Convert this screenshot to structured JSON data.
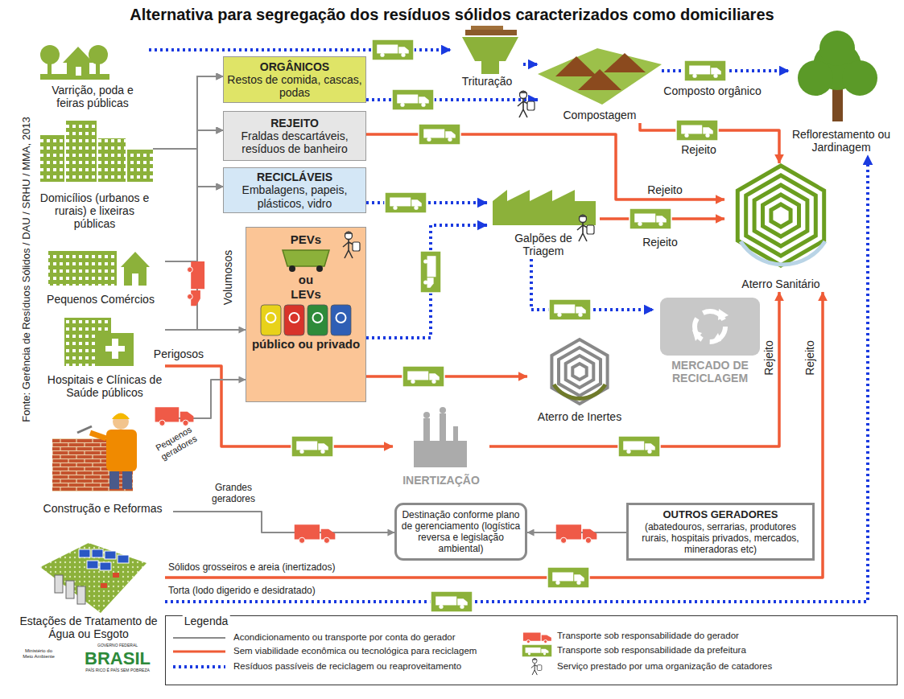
{
  "diagram": {
    "title": "Alternativa para segregação dos resíduos sólidos caracterizados como domiciliares",
    "nodes": [
      {
        "text": [
          "Varrição, poda e feiras públicas"
        ]
      },
      {
        "text": [
          "Domicílios (urbanos e rurais) e lixeiras públicas"
        ]
      },
      {
        "text": [
          "Pequenos Comércios"
        ]
      },
      {
        "text": [
          "Hospitais e Clínicas de Saúde públicos"
        ]
      },
      {
        "text": [
          "Construção e Reformas"
        ]
      },
      {
        "text": [
          "Estações de Tratamento de Água ou Esgoto"
        ]
      },
      {
        "text": [
          "ORGÂNICOS",
          "Restos de comida, cascas, podas"
        ]
      },
      {
        "text": [
          "REJEITO",
          "Fraldas descartáveis, resíduos de banheiro"
        ]
      },
      {
        "text": [
          "RECICLÁVEIS",
          "Embalagens, papeis, plásticos, vidro"
        ]
      },
      {
        "text": [
          "PEVs",
          "ou",
          "LEVs",
          "público ou privado"
        ]
      },
      {
        "text": [
          "Trituração"
        ]
      },
      {
        "text": [
          "Compostagem"
        ]
      },
      {
        "text": [
          "Reflorestamento ou Jardinagem"
        ]
      },
      {
        "text": [
          "Galpões de Triagem"
        ]
      },
      {
        "text": [
          "Aterro Sanitário"
        ]
      },
      {
        "text": [
          "MERCADO DE RECICLAGEM"
        ]
      },
      {
        "text": [
          "Aterro de Inertes"
        ]
      },
      {
        "text": [
          "INERTIZAÇÃO"
        ]
      },
      {
        "text": [
          "Destinação conforme plano de gerenciamento (logística reversa e legislação ambiental)"
        ]
      },
      {
        "text": [
          "OUTROS GERADORES",
          "(abatedouros, serrarias, produtores rurais, hospitais privados, mercados, mineradoras etc)"
        ]
      }
    ],
    "edges": [
      {
        "from": 0,
        "to": 10,
        "arrow": "to"
      },
      {
        "from": 10,
        "to": 11,
        "arrow": "to"
      },
      {
        "from": 6,
        "to": 11,
        "arrow": "to"
      },
      {
        "from": 11,
        "to": 12,
        "arrow": "to",
        "label": "Composto orgânico"
      },
      {
        "from": 11,
        "to": 14,
        "arrow": "to",
        "label": "Rejeito"
      },
      {
        "from": 7,
        "to": 14,
        "arrow": "to",
        "label": "Rejeito"
      },
      {
        "from": 8,
        "to": 13,
        "arrow": "to"
      },
      {
        "from": 9,
        "to": 13,
        "arrow": "to"
      },
      {
        "from": 13,
        "to": 14,
        "arrow": "to",
        "label": "Rejeito"
      },
      {
        "from": 13,
        "to": 15,
        "arrow": "to"
      },
      {
        "from": 9,
        "to": 16,
        "arrow": "to"
      },
      {
        "from": 1,
        "to": 6,
        "arrow": "to"
      },
      {
        "from": 1,
        "to": 7,
        "arrow": "to"
      },
      {
        "from": 1,
        "to": 8,
        "arrow": "to"
      },
      {
        "from": 2,
        "to": 6,
        "arrow": "to"
      },
      {
        "from": 2,
        "to": 7,
        "arrow": "to"
      },
      {
        "from": 2,
        "to": 8,
        "arrow": "to"
      },
      {
        "from": 3,
        "to": 6,
        "arrow": "to"
      },
      {
        "from": 3,
        "to": 7,
        "arrow": "to"
      },
      {
        "from": 3,
        "to": 8,
        "arrow": "to"
      },
      {
        "from": 1,
        "to": 9,
        "arrow": "to",
        "label": "Volumosos"
      },
      {
        "from": 3,
        "to": 17,
        "arrow": "to",
        "label": "Perigosos"
      },
      {
        "from": 4,
        "to": 9,
        "arrow": "to",
        "label": "Pequenos geradores"
      },
      {
        "from": 4,
        "to": 18,
        "arrow": "to",
        "label": "Grandes geradores"
      },
      {
        "from": 19,
        "to": 18,
        "arrow": "to"
      },
      {
        "from": 17,
        "to": 14,
        "arrow": "to",
        "label": "Rejeito"
      },
      {
        "from": 5,
        "to": 14,
        "arrow": "to",
        "label": "Sólidos grosseiros e areia (inertizados)"
      },
      {
        "from": 5,
        "to": 12,
        "arrow": "to",
        "label": "Torta (lodo digerido e desidratado)"
      }
    ],
    "labels": [
      "Fonte: Gerência de Resíduos Sólidos / DAU / SRHU / MMA, 2013",
      "Rejeito",
      "Legenda",
      "Ministério do Meio Ambiente",
      "GOVERNO FEDERAL",
      "BRASIL",
      "PAÍS RICO É PAÍS SEM POBREZA"
    ],
    "legend": [
      {
        "text": "Acondicionamento ou transporte por conta do gerador"
      },
      {
        "text": "Sem viabilidade econômica ou tecnológica para reciclagem"
      },
      {
        "text": "Resíduos passíveis de reciclagem ou reaproveitamento"
      },
      {
        "text": "Transporte sob responsabilidade do gerador"
      },
      {
        "text": "Transporte sob responsabilidade da prefeitura"
      },
      {
        "text": "Serviço prestado por uma organização de catadores"
      }
    ]
  }
}
